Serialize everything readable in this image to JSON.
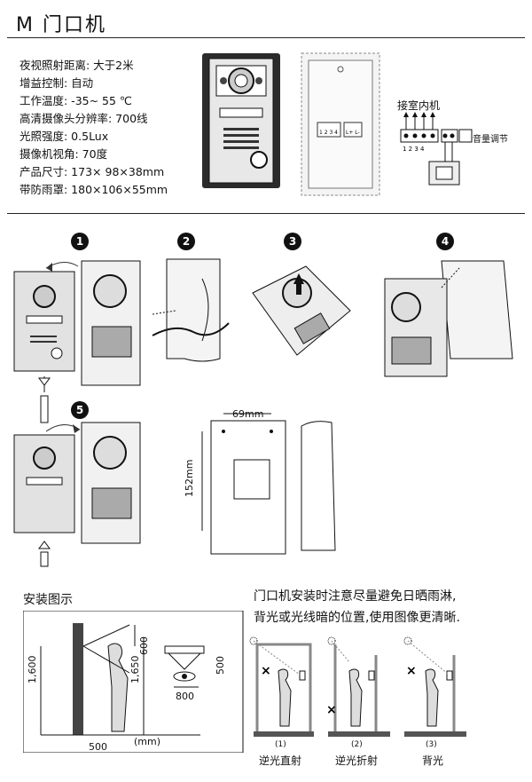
{
  "header": {
    "title": "M  门口机"
  },
  "specs": [
    "夜视照射距离: 大于2米",
    "增益控制: 自动",
    "工作温度: -35~ 55 ℃",
    "高清摄像头分辨率: 700线",
    "光照强度: 0.5Lux",
    "摄像机视角: 70度",
    "产品尺寸: 173× 98×38mm",
    "带防雨罩: 180×106×55mm"
  ],
  "wiring": {
    "title": "接室内机",
    "terminals": "1 2 3 4",
    "volume_label": "音量调节",
    "board_pins_a": "1 2 3 4",
    "board_pins_b": "L+ L-"
  },
  "steps": [
    "1",
    "2",
    "3",
    "4",
    "5"
  ],
  "dimensions": {
    "width": "69mm",
    "height": "152mm"
  },
  "install": {
    "title": "安装图示",
    "h1": "1,600",
    "h2": "1,650",
    "d600": "600",
    "d500": "500",
    "d800": "800",
    "d500b": "500",
    "unit": "(mm)"
  },
  "notice": {
    "line1": "门口机安装时注意尽量避免日晒雨淋,",
    "line2": "背光或光线暗的位置,使用图像更清晰."
  },
  "scenarios": [
    {
      "num": "(1)",
      "label": "逆光直射"
    },
    {
      "num": "(2)",
      "label": "逆光折射"
    },
    {
      "num": "(3)",
      "label": "背光"
    }
  ]
}
